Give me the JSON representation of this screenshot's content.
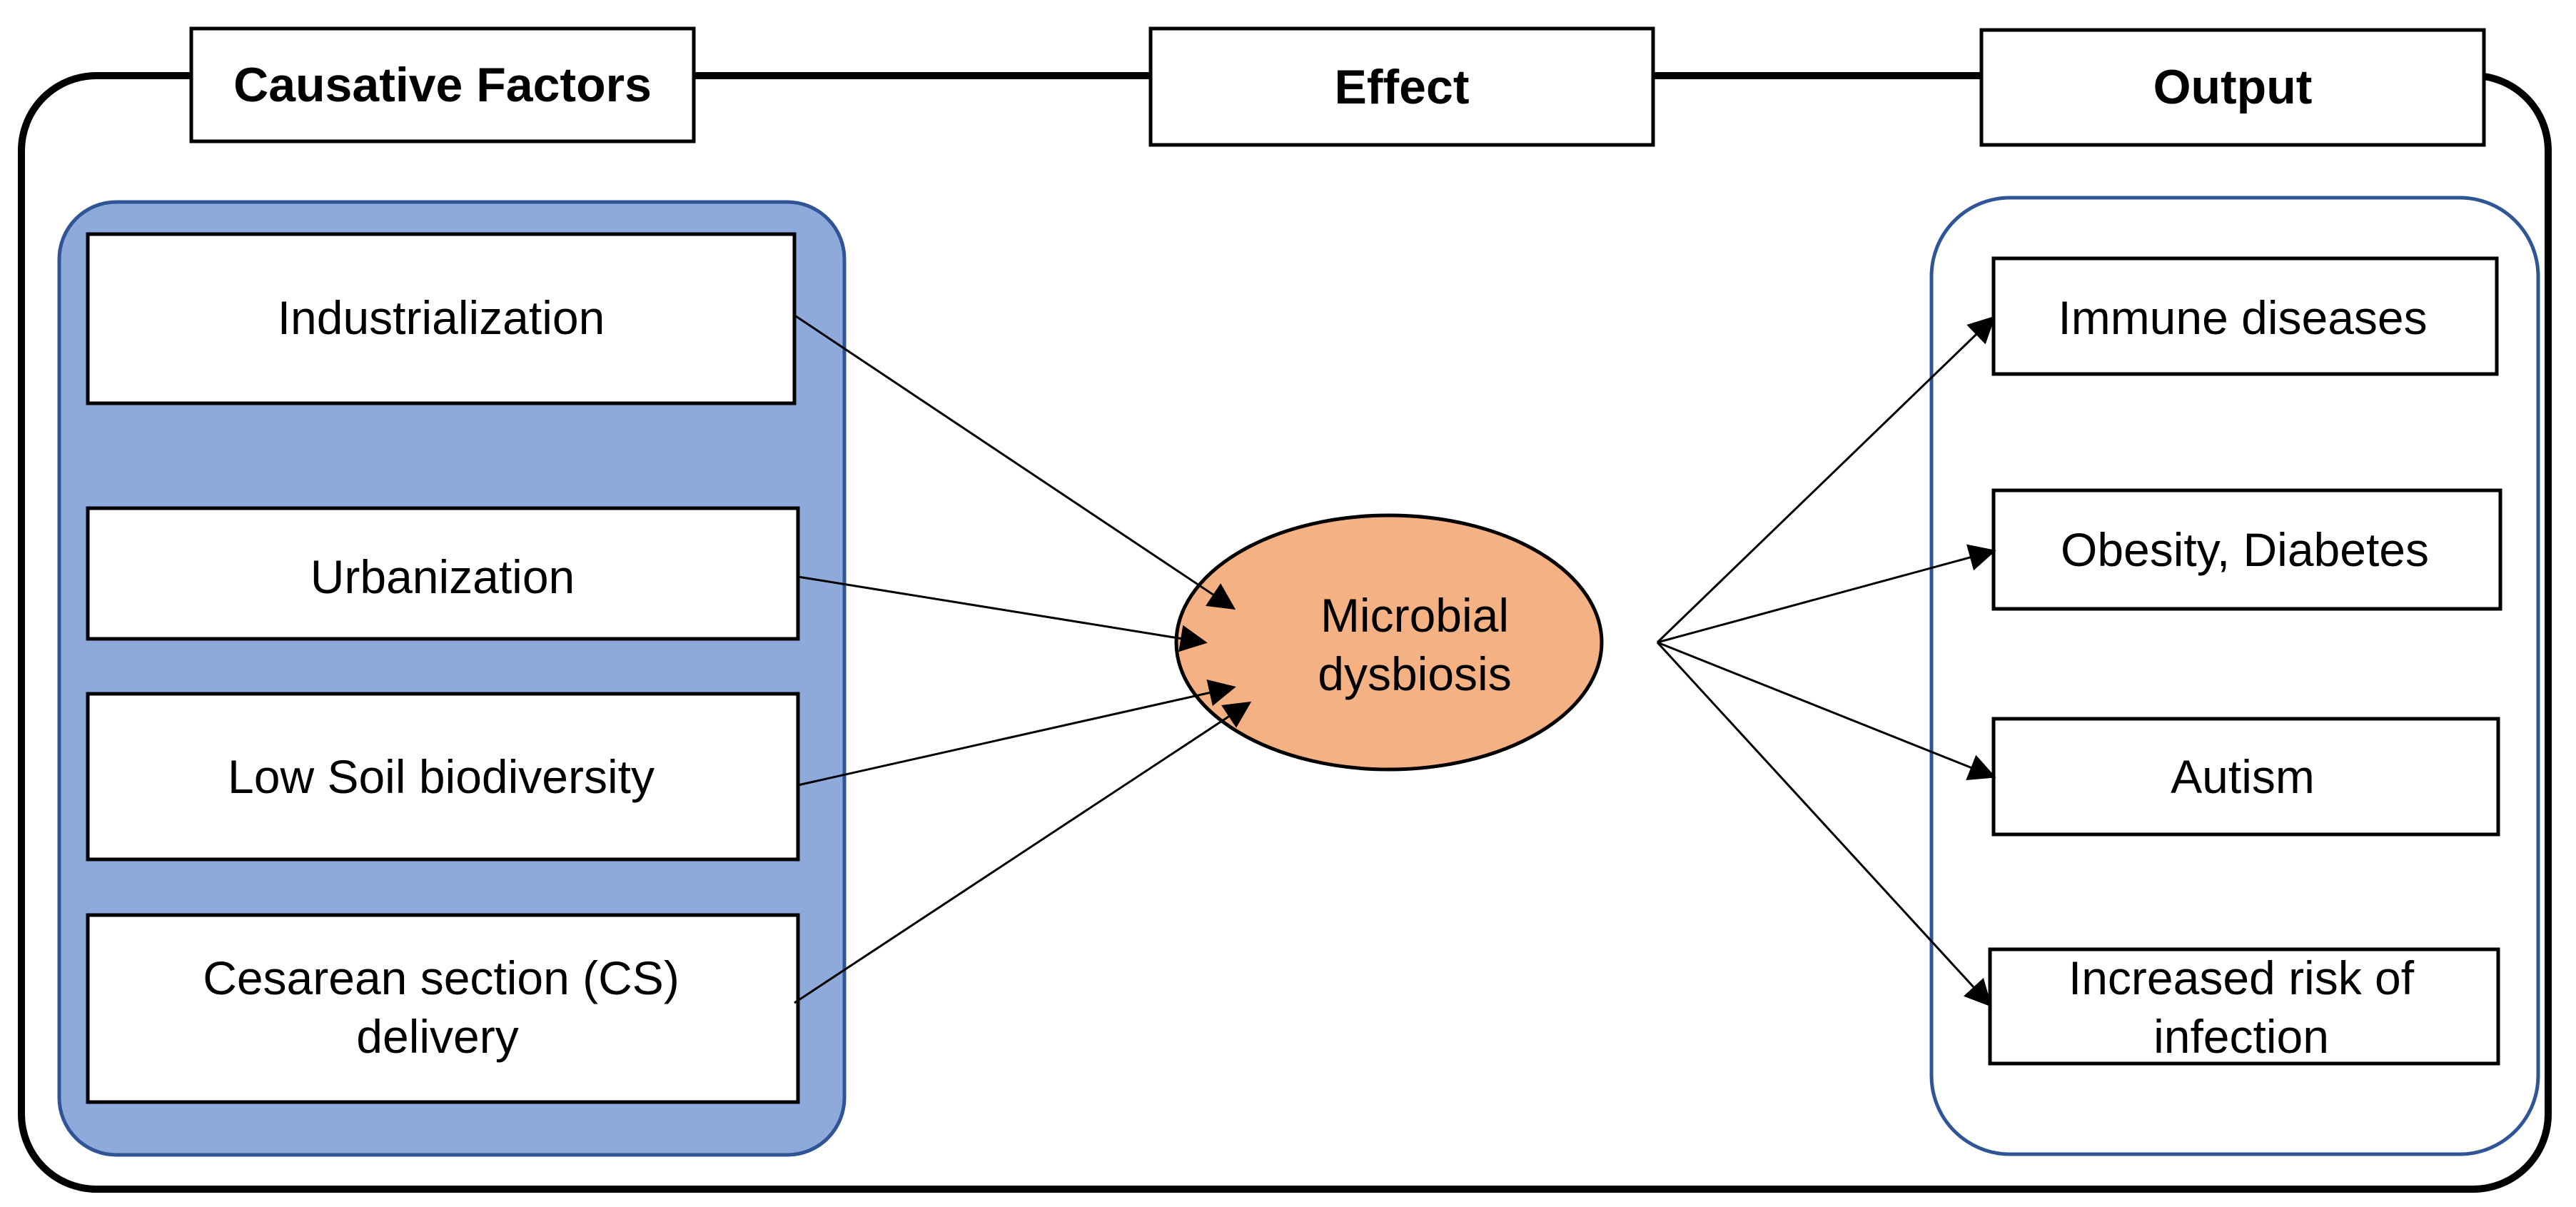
{
  "headers": {
    "causes": "Causative Factors",
    "effect": "Effect",
    "output": "Output"
  },
  "causes": [
    {
      "line1": "Industrialization"
    },
    {
      "line1": "Urbanization"
    },
    {
      "line1": "Low Soil biodiversity"
    },
    {
      "line1": "Cesarean section (CS)",
      "line2": "delivery"
    }
  ],
  "effect": {
    "line1": "Microbial",
    "line2": "dysbiosis"
  },
  "outputs": [
    {
      "line1": "Immune diseases"
    },
    {
      "line1": "Obesity, Diabetes"
    },
    {
      "line1": "Autism"
    },
    {
      "line1": "Increased risk of",
      "line2": "infection"
    }
  ],
  "colors": {
    "causes_panel_fill": "#8eaadb",
    "panel_stroke": "#2f5597",
    "effect_fill": "#f4b183",
    "line": "#000000"
  }
}
